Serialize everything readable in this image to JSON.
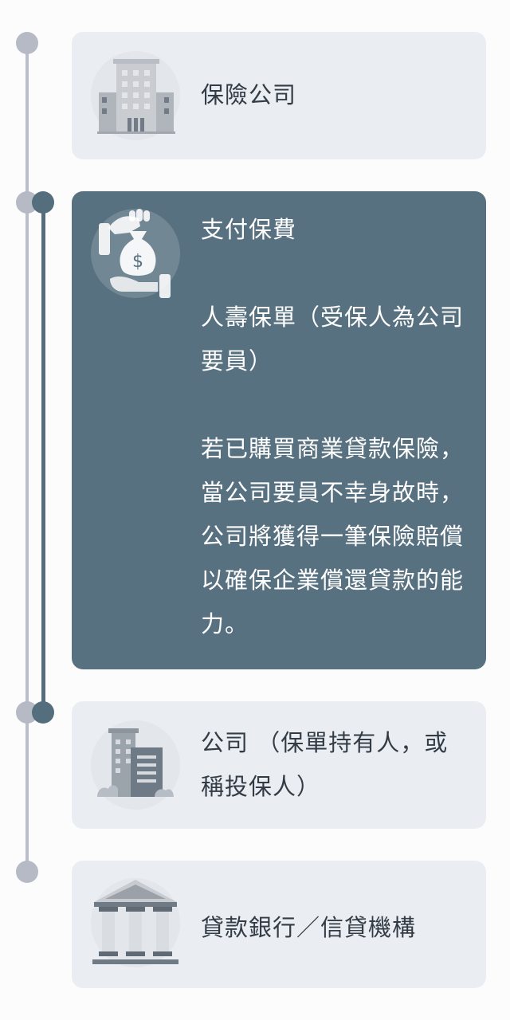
{
  "timeline": {
    "nodes": [
      {
        "label": "保險公司",
        "icon": "office-building-icon"
      },
      {
        "label": "支付保費",
        "policy": "人壽保單（受保人為公司要員）",
        "description": "若已購買商業貸款保險，當公司要員不幸身故時，公司將獲得一筆保險賠償以確保企業償還貸款的能力。",
        "icon": "money-bag-hand-icon",
        "active": true
      },
      {
        "label": "公司 （保單持有人，或稱投保人）",
        "icon": "company-building-icon"
      },
      {
        "label": "貸款銀行／信貸機構",
        "icon": "bank-icon"
      }
    ]
  },
  "colors": {
    "card_bg": "#eaedf1",
    "card_active_bg": "#587180",
    "line_light": "#b9bec8",
    "line_dark": "#546e7e"
  }
}
